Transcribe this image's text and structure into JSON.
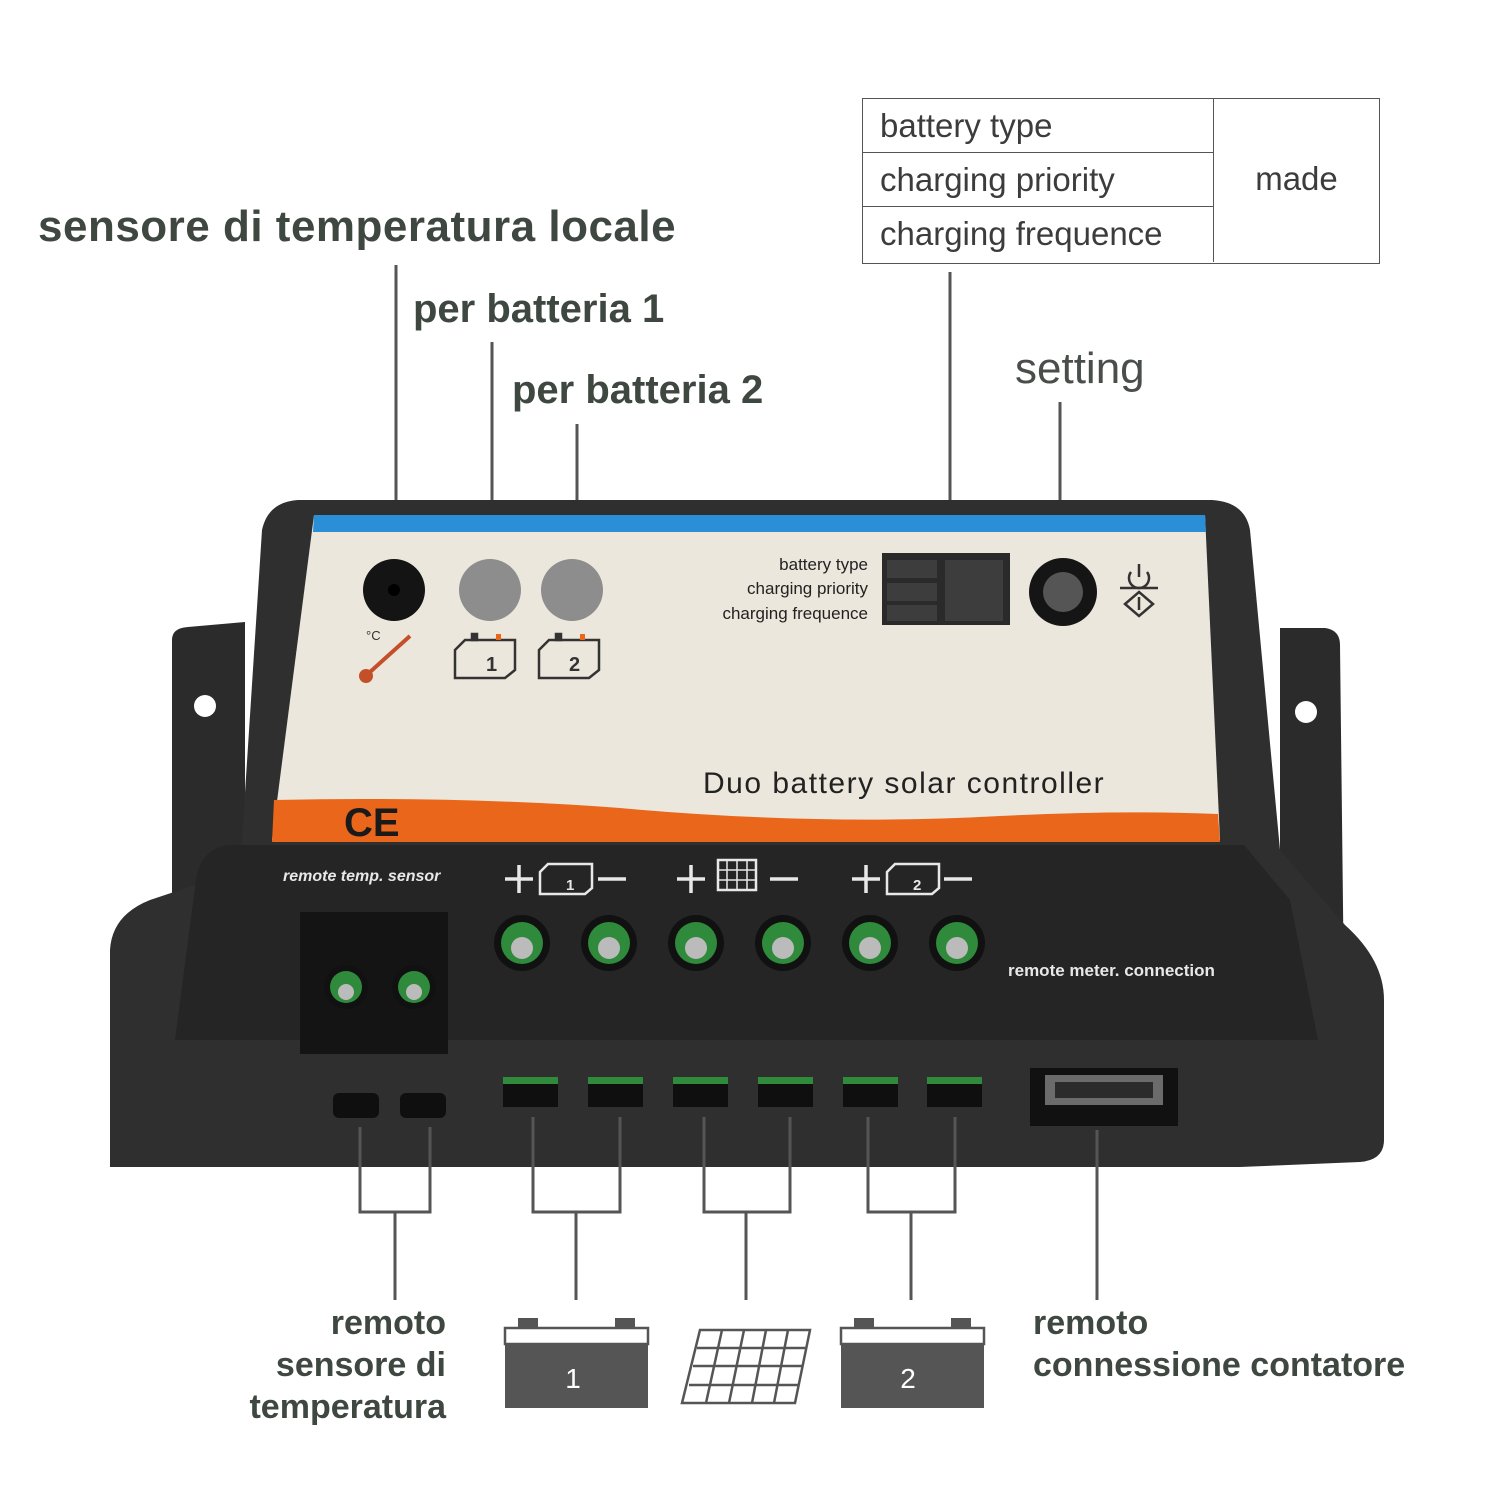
{
  "callouts": {
    "local_sensor": "sensore di temperatura locale",
    "battery1": "per batteria 1",
    "battery2": "per batteria 2",
    "setting": "setting"
  },
  "info_table": {
    "rows": [
      "battery type",
      "charging priority",
      "charging frequence"
    ],
    "made": "made"
  },
  "device": {
    "panel_lines": [
      "battery type",
      "charging priority",
      "charging frequence"
    ],
    "title": "Duo battery solar controller",
    "ce_mark": "CE",
    "celsius": "°C",
    "remote_temp_label": "remote temp. sensor",
    "remote_meter_label": "remote meter. connection",
    "battery_icon_numbers": [
      "1",
      "2"
    ],
    "accent_blue": "#2a8fd6",
    "accent_orange": "#e9661b",
    "terminal_green": "#2f8a3c"
  },
  "bottom": {
    "remote_sensor": [
      "remoto",
      "sensore di",
      "temperatura"
    ],
    "battery1_number": "1",
    "battery2_number": "2",
    "remote_meter": [
      "remoto",
      "connessione contatore"
    ]
  }
}
